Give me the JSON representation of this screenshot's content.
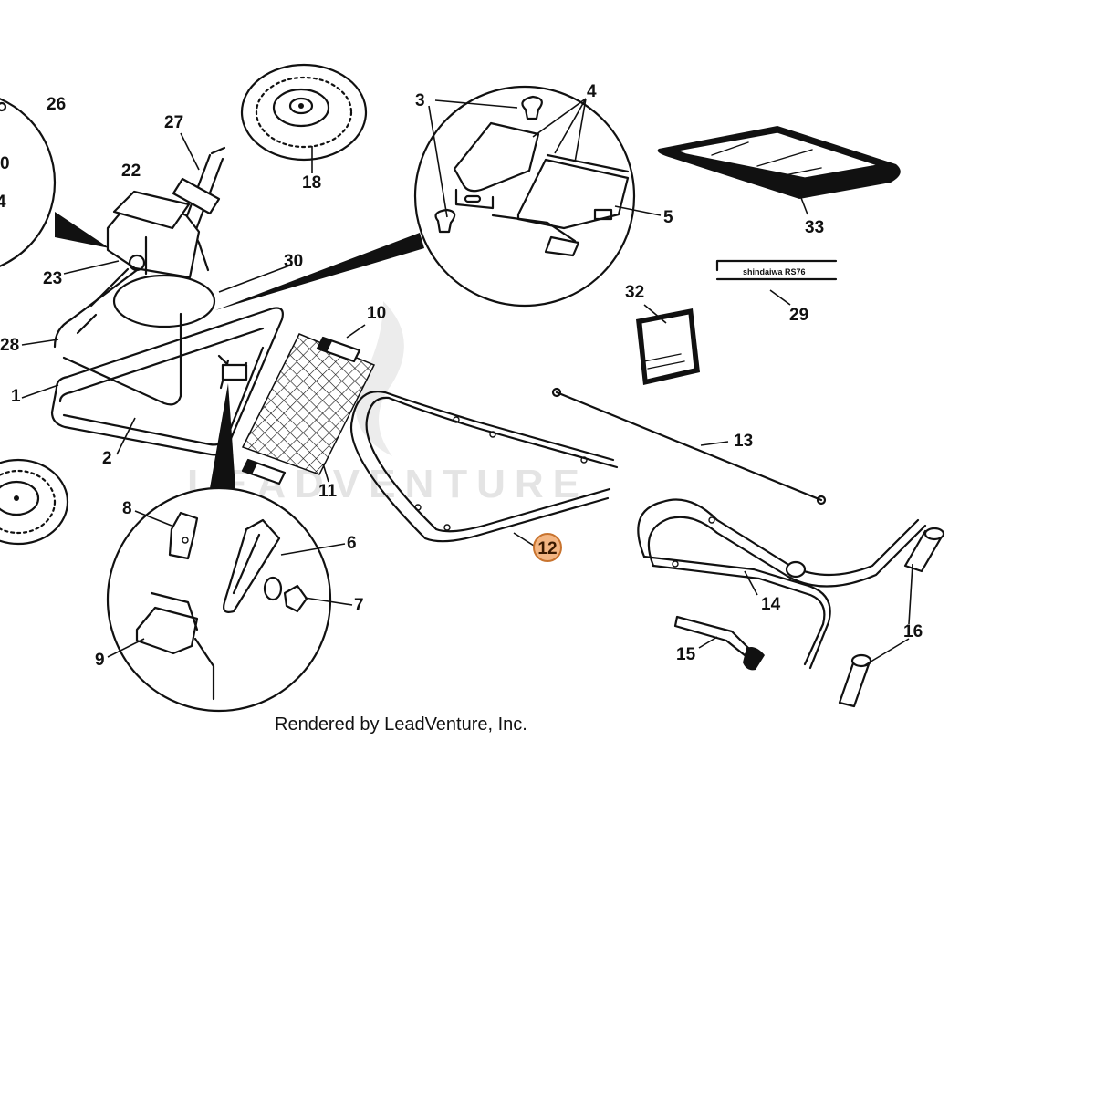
{
  "diagram": {
    "watermark": "LEADVENTURE",
    "credit": "Rendered by LeadVenture, Inc.",
    "decal_text": "shindaiwa RS76",
    "highlighted_part": "12",
    "callouts": [
      "1",
      "2",
      "3",
      "4",
      "5",
      "6",
      "7",
      "8",
      "9",
      "10",
      "11",
      "12",
      "13",
      "14",
      "15",
      "16",
      "18",
      "22",
      "23",
      "26",
      "27",
      "28",
      "29",
      "30",
      "32",
      "33",
      "0",
      "4"
    ]
  }
}
